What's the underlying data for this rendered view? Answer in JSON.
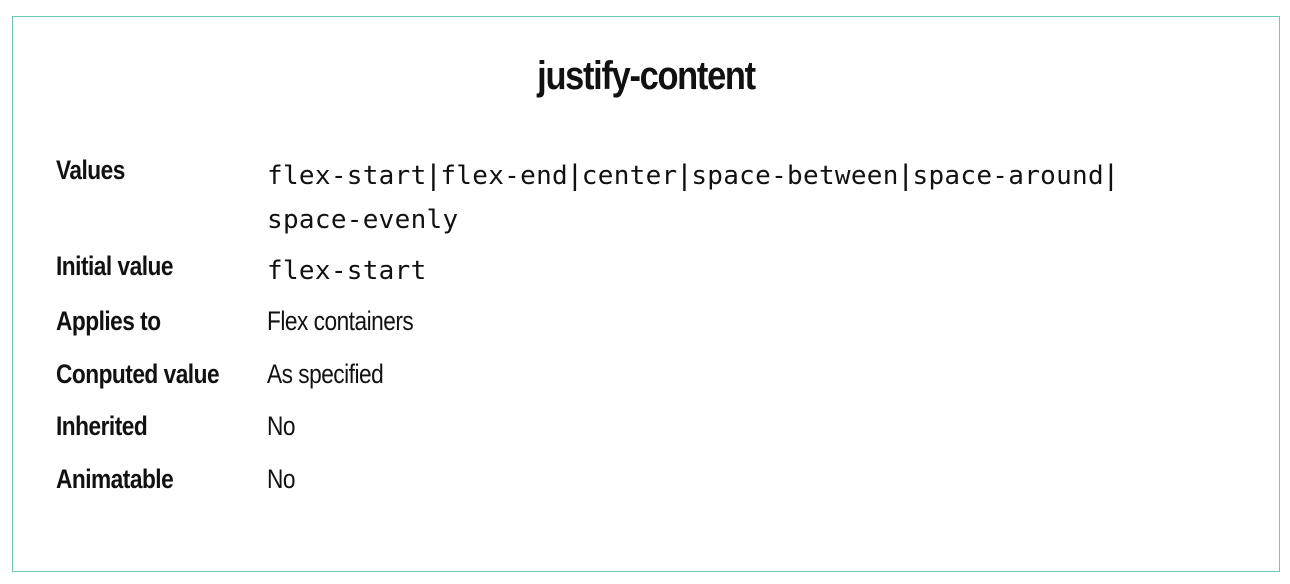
{
  "card": {
    "title": "justify-content"
  },
  "rows": {
    "values": {
      "label": "Values",
      "options": [
        "flex-start",
        "flex-end",
        "center",
        "space-between",
        "space-around",
        "space-evenly"
      ],
      "separator": "|"
    },
    "initial": {
      "label": "Initial value",
      "value": "flex-start"
    },
    "applies": {
      "label": "Applies to",
      "value": "Flex containers"
    },
    "computed": {
      "label": "Conputed value",
      "value": "As specified"
    },
    "inherited": {
      "label": "Inherited",
      "value": "No"
    },
    "animatable": {
      "label": "Animatable",
      "value": "No"
    }
  },
  "colors": {
    "border": "#6fc6bb",
    "text": "#111111"
  }
}
